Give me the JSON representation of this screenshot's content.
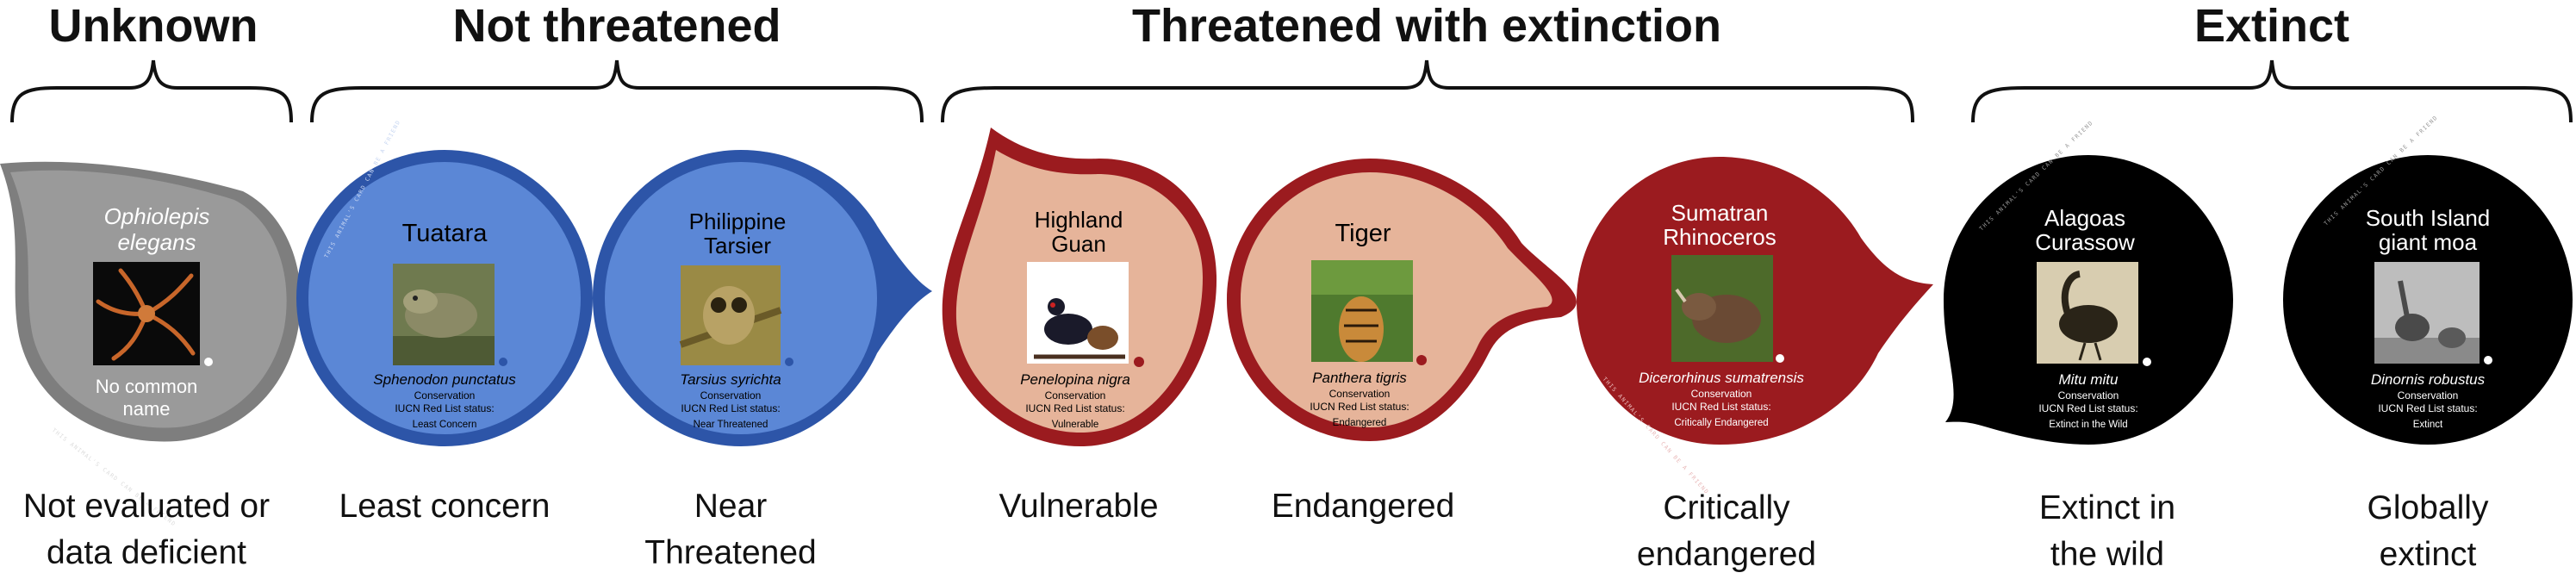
{
  "groups": [
    {
      "label": "Unknown"
    },
    {
      "label": "Not threatened"
    },
    {
      "label": "Threatened with extinction"
    },
    {
      "label": "Extinct"
    }
  ],
  "categories": [
    {
      "line1": "Not evaluated or",
      "line2": "data deficient"
    },
    {
      "line1": "Least concern",
      "line2": ""
    },
    {
      "line1": "Near",
      "line2": "Threatened"
    },
    {
      "line1": "Vulnerable",
      "line2": ""
    },
    {
      "line1": "Endangered",
      "line2": ""
    },
    {
      "line1": "Critically",
      "line2": "endangered"
    },
    {
      "line1": "Extinct in",
      "line2": "the wild"
    },
    {
      "line1": "Globally",
      "line2": "extinct"
    }
  ],
  "cards": [
    {
      "common1": "Ophiolepis",
      "common2": "elegans",
      "scientific": "",
      "conservation": "",
      "iucn": "",
      "status": "",
      "note1": "No common",
      "note2": "name",
      "fill": "#8c8c8c",
      "rim": "#7a7a7a",
      "text": "#ffffff",
      "photo": "brittle-star"
    },
    {
      "common1": "Tuatara",
      "common2": "",
      "scientific": "Sphenodon punctatus",
      "conservation": "Conservation",
      "iucn": "IUCN Red List status:",
      "status": "Least Concern",
      "note1": "",
      "note2": "",
      "fill": "#5b87d6",
      "rim": "#2d55a8",
      "text": "#000000",
      "photo": "tuatara"
    },
    {
      "common1": "Philippine",
      "common2": "Tarsier",
      "scientific": "Tarsius syrichta",
      "conservation": "Conservation",
      "iucn": "IUCN Red List status:",
      "status": "Near Threatened",
      "note1": "",
      "note2": "",
      "fill": "#5b87d6",
      "rim": "#2d55a8",
      "text": "#000000",
      "photo": "tarsier"
    },
    {
      "common1": "Highland",
      "common2": "Guan",
      "scientific": "Penelopina nigra",
      "conservation": "Conservation",
      "iucn": "IUCN Red List status:",
      "status": "Vulnerable",
      "note1": "",
      "note2": "",
      "fill": "#e6b49a",
      "rim": "#9b1b1f",
      "text": "#000000",
      "photo": "guan"
    },
    {
      "common1": "Tiger",
      "common2": "",
      "scientific": "Panthera tigris",
      "conservation": "Conservation",
      "iucn": "IUCN Red List status:",
      "status": "Endangered",
      "note1": "",
      "note2": "",
      "fill": "#e6b49a",
      "rim": "#9b1b1f",
      "text": "#000000",
      "photo": "tiger"
    },
    {
      "common1": "Sumatran",
      "common2": "Rhinoceros",
      "scientific": "Dicerorhinus sumatrensis",
      "conservation": "Conservation",
      "iucn": "IUCN Red List status:",
      "status": "Critically Endangered",
      "note1": "",
      "note2": "",
      "fill": "#9b1b1f",
      "rim": "#9b1b1f",
      "text": "#ffffff",
      "photo": "rhino"
    },
    {
      "common1": "Alagoas",
      "common2": "Curassow",
      "scientific": "Mitu mitu",
      "conservation": "Conservation",
      "iucn": "IUCN Red List status:",
      "status": "Extinct in the Wild",
      "note1": "",
      "note2": "",
      "fill": "#000000",
      "rim": "#000000",
      "text": "#ffffff",
      "photo": "curassow"
    },
    {
      "common1": "South Island",
      "common2": "giant moa",
      "scientific": "Dinornis robustus",
      "conservation": "Conservation",
      "iucn": "IUCN Red List status:",
      "status": "Extinct",
      "note1": "",
      "note2": "",
      "fill": "#000000",
      "rim": "#000000",
      "text": "#ffffff",
      "photo": "moa"
    }
  ]
}
